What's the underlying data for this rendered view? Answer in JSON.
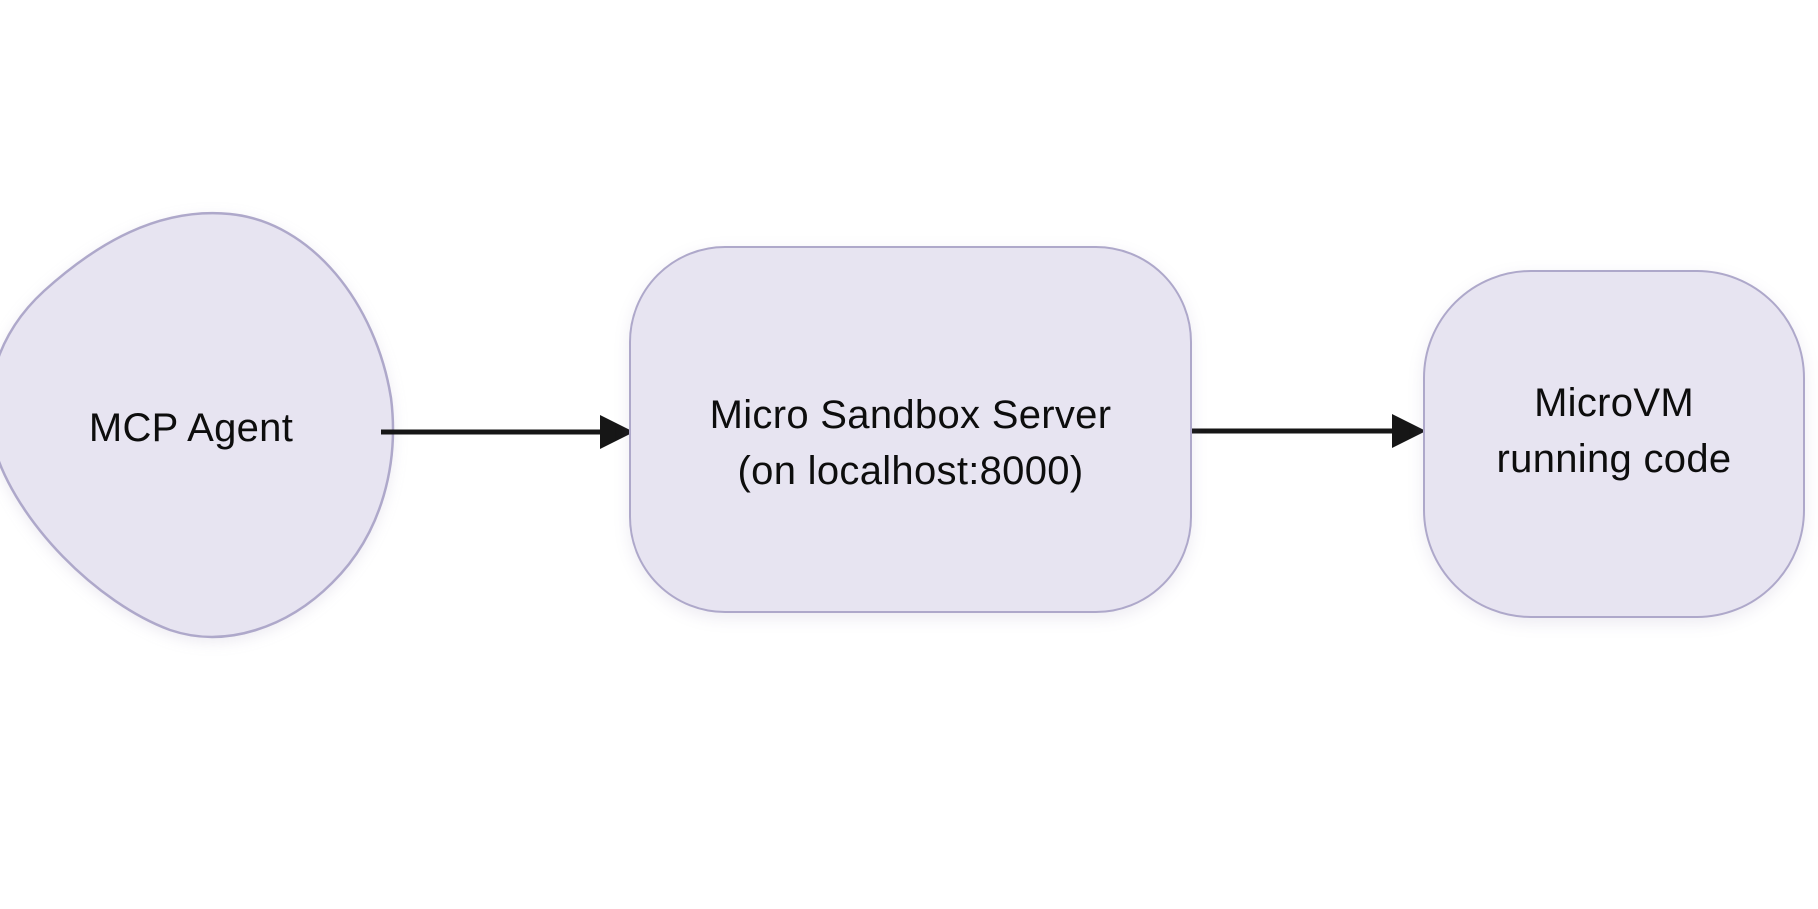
{
  "colors": {
    "canvas-bg": "#ffffff",
    "node-fill": "#e7e4f1",
    "node-border": "#aea8ca",
    "arrow": "#161616",
    "label": "#0d0d0d"
  },
  "diagram": {
    "nodes": {
      "agent": {
        "label": "MCP Agent",
        "shape": "blob"
      },
      "server": {
        "label_line1": "Micro Sandbox Server",
        "label_line2": "(on localhost:8000)",
        "shape": "rounded-rectangle"
      },
      "vm": {
        "label_line1": "MicroVM",
        "label_line2": "running code",
        "shape": "squircle"
      }
    },
    "connections": [
      {
        "from": "agent",
        "to": "server",
        "type": "arrow-right"
      },
      {
        "from": "server",
        "to": "vm",
        "type": "arrow-right"
      }
    ]
  }
}
